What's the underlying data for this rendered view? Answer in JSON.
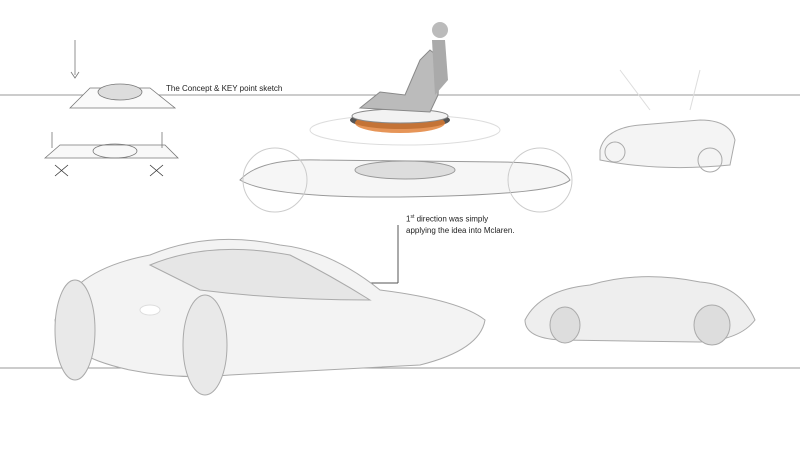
{
  "annotations": {
    "concept_title": "The Concept & KEY point sketch",
    "direction_ordinal": "1",
    "direction_suffix": "st",
    "direction_line1": " direction was simply",
    "direction_line2": "applying the idea into Mclaren."
  },
  "colors": {
    "line": "#9a9a9a",
    "sketch": "#c8c8c8",
    "accent": "#e07a2e"
  }
}
